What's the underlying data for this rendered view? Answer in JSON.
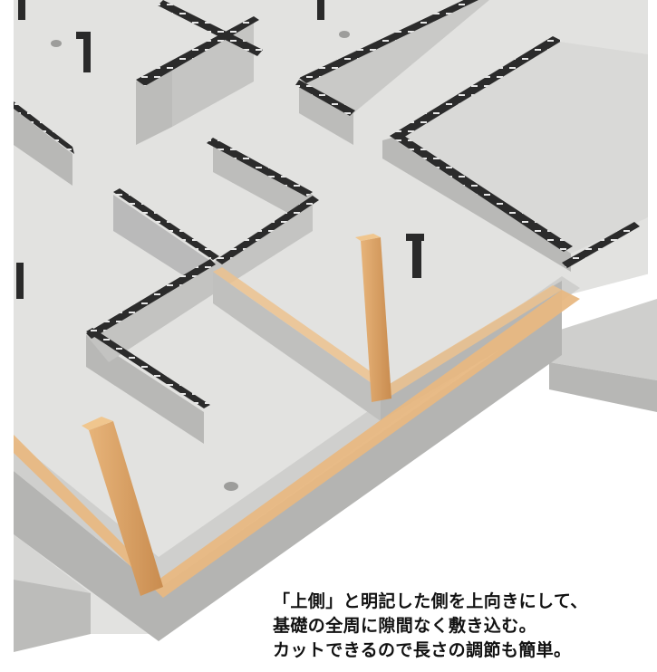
{
  "caption": {
    "lines": [
      "「上側」と明記した側を上向きにして、",
      "基礎の全周に隙間なく敷き込む。",
      "カットできるので長さの調節も簡単。"
    ]
  },
  "colors": {
    "concrete_top": "#e3e3e1",
    "concrete_side": "#bdbdbb",
    "concrete_front": "#a9a9a7",
    "sill_wood": "#e6b57e",
    "post_wood": "#d49a5e",
    "packing_black": "#2a2a2a"
  }
}
